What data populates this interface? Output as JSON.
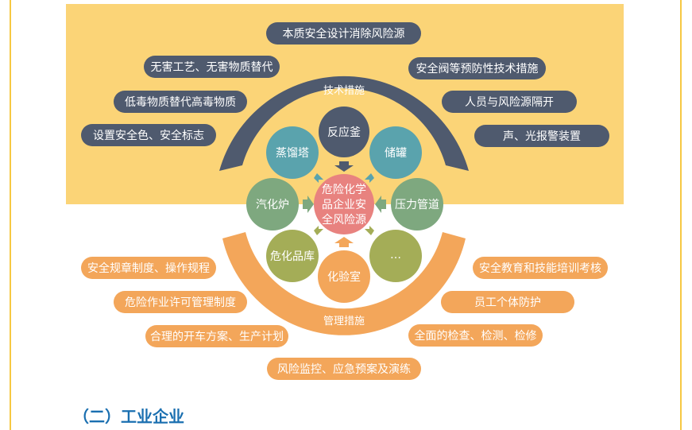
{
  "technical_pills": [
    "本质安全设计消除风险源",
    "无害工艺、无害物质替代",
    "低毒物质替代高毒物质",
    "设置安全色、安全标志",
    "安全阀等预防性技术措施",
    "人员与风险源隔开",
    "声、光报警装置"
  ],
  "management_pills": [
    "安全规章制度、操作规程",
    "危险作业许可管理制度",
    "合理的开车方案、生产计划",
    "风险监控、应急预案及演练",
    "安全教育和技能培训考核",
    "员工个体防护",
    "全面的检查、检测、检修"
  ],
  "arc_labels": {
    "technical": "技术措施",
    "management": "管理措施"
  },
  "center": [
    "危险化学",
    "品企业安",
    "全风险源"
  ],
  "nodes": [
    "反应釜",
    "蒸馏塔",
    "储罐",
    "汽化炉",
    "压力管道",
    "危化品库",
    "…",
    "化验室"
  ],
  "colors": {
    "dark": "#4f5a6e",
    "teal": "#5aa3ad",
    "green": "#7ea87f",
    "olive": "#a4ad57",
    "orange": "#f3a65a",
    "pink": "#e8827f"
  },
  "heading": "（二）工业企业"
}
